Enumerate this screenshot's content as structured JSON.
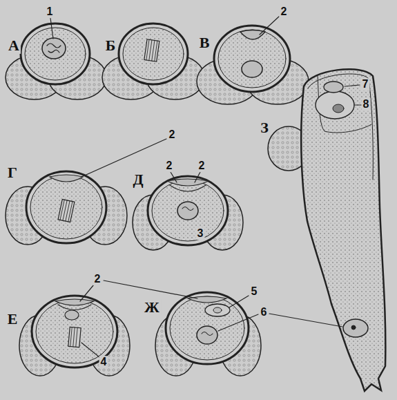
{
  "diagram": {
    "labels": [
      "А",
      "1",
      "Б",
      "В",
      "2",
      "З",
      "7",
      "8",
      "Г",
      "2",
      "Д",
      "2",
      "2",
      "3",
      "2",
      "Е",
      "Ж",
      "5",
      "6",
      "4"
    ]
  }
}
